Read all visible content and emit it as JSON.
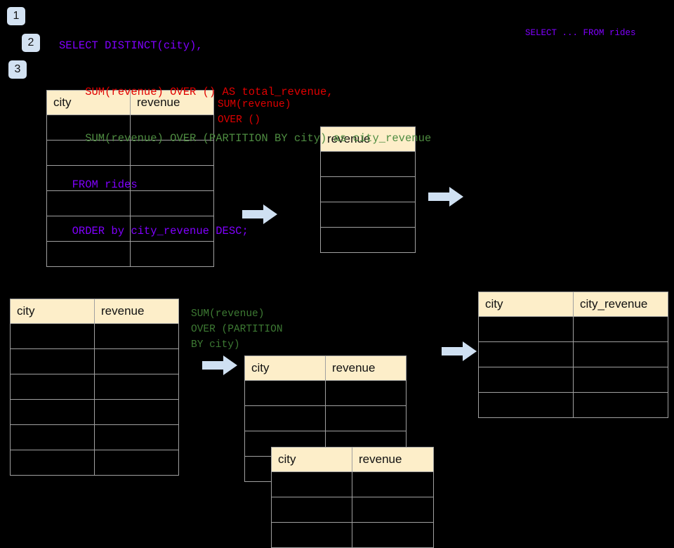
{
  "background_color": "#000000",
  "accent_colors": {
    "header_fill": "#fdeec9",
    "grid_line": "#a0a0a0",
    "badge_fill": "#d3e2f2",
    "arrow_fill": "#cfe0f2",
    "sql_purple": "#8000ff",
    "sql_red": "#e00000",
    "sql_green": "#4e8c41"
  },
  "badges": [
    {
      "label": "1"
    },
    {
      "label": "2"
    },
    {
      "label": "3"
    }
  ],
  "sql": {
    "lines": [
      {
        "text": "SELECT DISTINCT(city),",
        "color": "purple"
      },
      {
        "text": "    SUM(revenue) OVER () AS total_revenue,",
        "color": "red"
      },
      {
        "text": "    SUM(revenue) OVER (PARTITION BY city) as city_revenue",
        "color": "green"
      },
      {
        "text": "  FROM rides",
        "color": "purple"
      },
      {
        "text": "  ORDER by city_revenue DESC;",
        "color": "purple"
      }
    ]
  },
  "side_note": {
    "text": "SELECT ... FROM rides"
  },
  "annotations": {
    "total_revenue": "SUM(revenue)\nOVER ()",
    "city_revenue": "SUM(revenue)\nOVER (PARTITION\nBY city)"
  },
  "tables": [
    {
      "id": "source-table-top",
      "columns": [
        "city",
        "revenue"
      ],
      "row_count": 6,
      "rows": [
        [
          "",
          ""
        ],
        [
          "",
          ""
        ],
        [
          "",
          ""
        ],
        [
          "",
          ""
        ],
        [
          "",
          ""
        ],
        [
          "",
          ""
        ]
      ]
    },
    {
      "id": "total-revenue-table",
      "columns": [
        "revenue"
      ],
      "row_count": 4,
      "rows": [
        [
          ""
        ],
        [
          ""
        ],
        [
          ""
        ],
        [
          ""
        ]
      ]
    },
    {
      "id": "source-table-bottom",
      "columns": [
        "city",
        "revenue"
      ],
      "row_count": 6,
      "rows": [
        [
          "",
          ""
        ],
        [
          "",
          ""
        ],
        [
          "",
          ""
        ],
        [
          "",
          ""
        ],
        [
          "",
          ""
        ],
        [
          "",
          ""
        ]
      ]
    },
    {
      "id": "partition-table-back",
      "columns": [
        "city",
        "revenue"
      ],
      "row_count": 4,
      "rows": [
        [
          "",
          ""
        ],
        [
          "",
          ""
        ],
        [
          "",
          ""
        ],
        [
          "",
          ""
        ]
      ]
    },
    {
      "id": "partition-table-front",
      "columns": [
        "city",
        "revenue"
      ],
      "row_count": 3,
      "rows": [
        [
          "",
          ""
        ],
        [
          "",
          ""
        ],
        [
          "",
          ""
        ]
      ]
    },
    {
      "id": "result-table",
      "columns": [
        "city",
        "city_revenue"
      ],
      "row_count": 4,
      "rows": [
        [
          "",
          ""
        ],
        [
          "",
          ""
        ],
        [
          "",
          ""
        ],
        [
          "",
          ""
        ]
      ]
    }
  ],
  "arrows": [
    {
      "id": "arrow-1"
    },
    {
      "id": "arrow-2"
    },
    {
      "id": "arrow-3"
    },
    {
      "id": "arrow-4"
    }
  ]
}
